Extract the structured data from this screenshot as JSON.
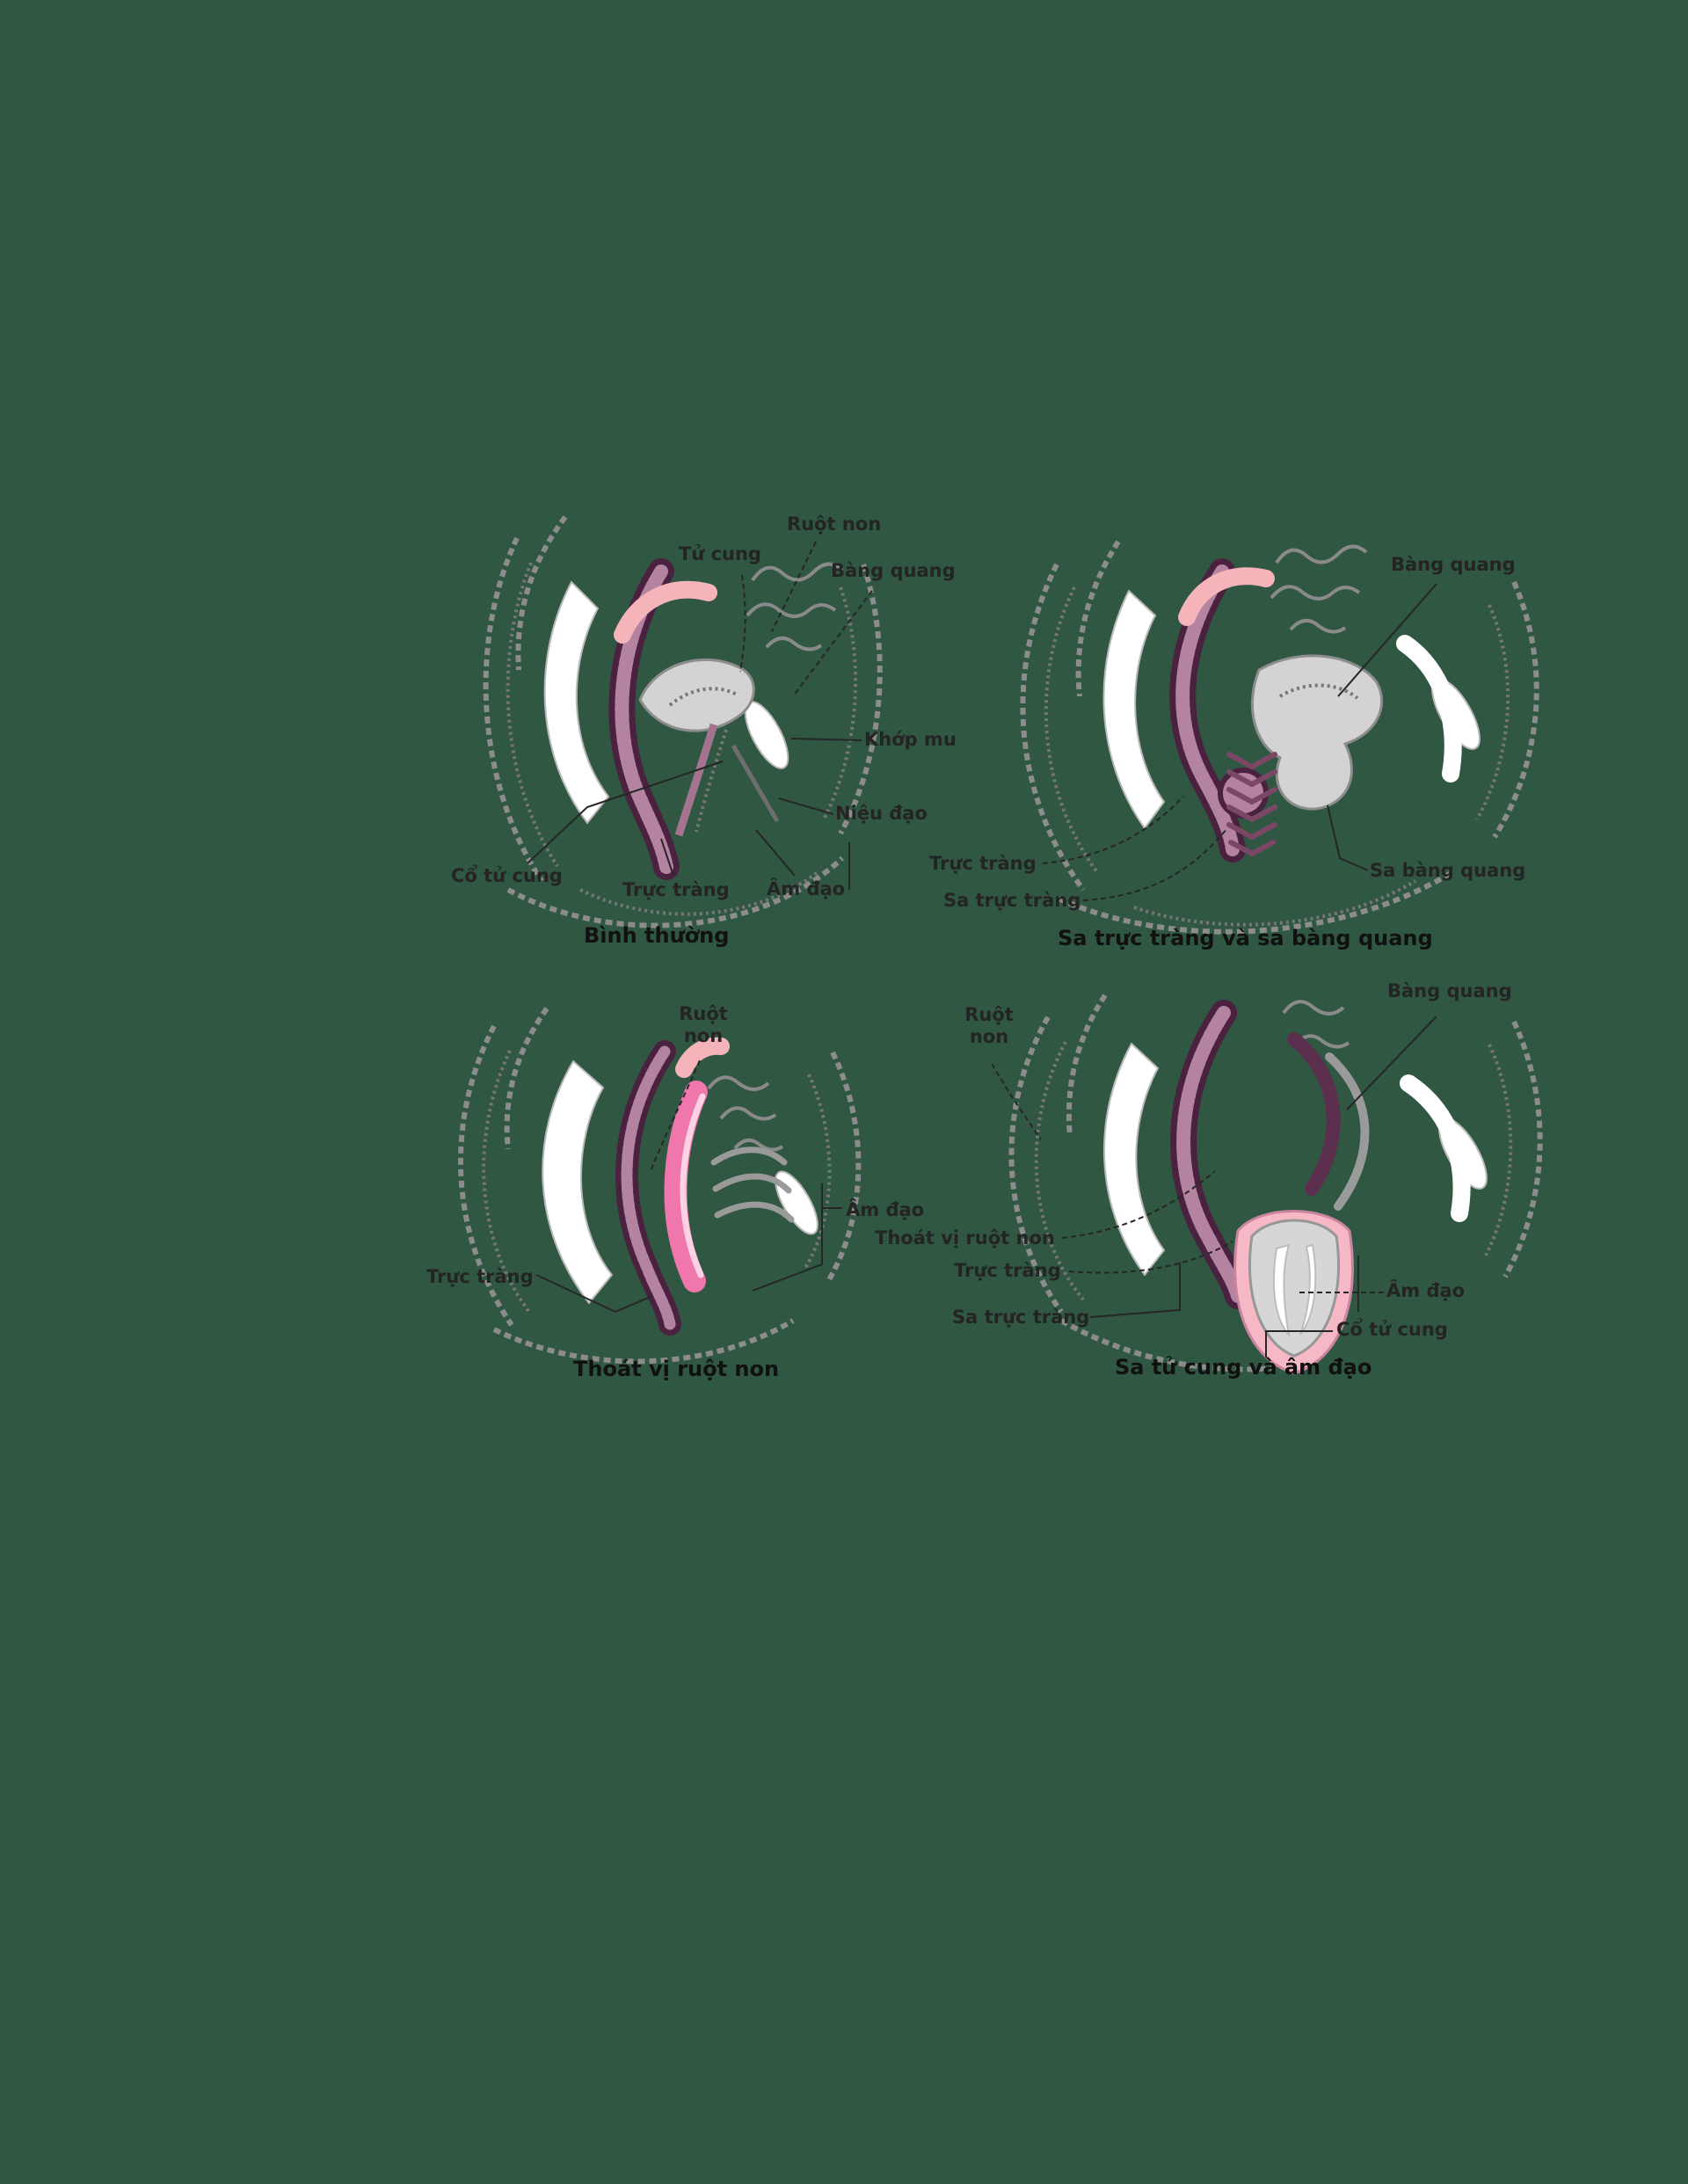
{
  "background_color": "#2f5741",
  "panels": {
    "normal": {
      "caption": "Bình thường",
      "labels": {
        "ruot_non": "Ruột non",
        "tu_cung": "Tử cung",
        "bang_quang": "Bàng quang",
        "khop_mu": "Khớp mu",
        "nieu_dao": "Niệu đạo",
        "co_tu_cung": "Cổ tử cung",
        "truc_trang": "Trực tràng",
        "am_dao": "Âm đạo"
      }
    },
    "recto_cysto": {
      "caption": "Sa trực tràng và sa bàng quang",
      "labels": {
        "bang_quang": "Bàng quang",
        "truc_trang": "Trực tràng",
        "sa_truc_trang": "Sa trực tràng",
        "sa_bang_quang": "Sa bàng quang"
      }
    },
    "enterocele": {
      "caption": "Thoát vị ruột non",
      "labels": {
        "ruot_non": "Ruột non",
        "am_dao": "Âm đạo",
        "truc_trang": "Trực tràng"
      }
    },
    "uterine": {
      "caption": "Sa tử cung và âm đạo",
      "labels": {
        "ruot_non": "Ruột non",
        "bang_quang": "Bàng quang",
        "thoat_vi_ruot_non": "Thoát vị ruột non",
        "truc_trang": "Trực tràng",
        "sa_truc_trang": "Sa trực tràng",
        "am_dao": "Âm đạo",
        "co_tu_cung": "Cổ tử cung"
      }
    }
  }
}
